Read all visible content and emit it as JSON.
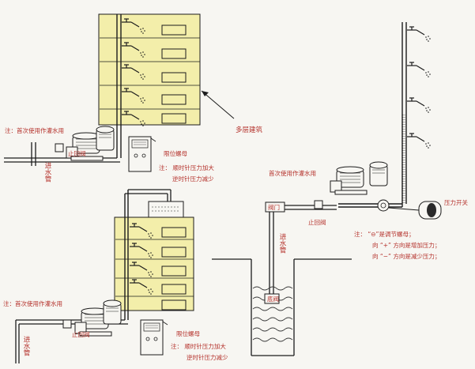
{
  "labels": {
    "building_top": "多层建筑",
    "note_top_prime": "注：首次使用作灌水用",
    "inlet_top": "进水管",
    "check_valve_top": "止回阀",
    "limit_nut_top": "限位螺母",
    "note_top_cw": "注：  顺时针压力加大",
    "note_top_ccw": "逆时针压力减少",
    "note_bottom_prime": "注：首次使用作灌水用",
    "inlet_bottom": "进水管",
    "check_valve_bottom": "止回阀",
    "limit_nut_bottom": "限位螺母",
    "note_bottom_cw": "注：  顺时针压力加大",
    "note_bottom_ccw": "逆时针压力减少",
    "note_right_prime": "首次使用作灌水用",
    "valve_right": "阀门",
    "check_valve_right": "止回阀",
    "inlet_right": "进水管",
    "bottom_valve_right": "底阀",
    "pressure_switch": "压力开关",
    "note_adjust_1": "注：  “⊖”是调节螺母；",
    "note_adjust_2": "向 “+” 方向是增加压力；",
    "note_adjust_3": "向 “−” 方向是减少压力；"
  },
  "colors": {
    "building_fill": "#f3eeaa",
    "line": "#1c1c1c",
    "label": "#b4302a",
    "water": "#3a3a3a"
  },
  "icons": [
    "water-pump-icon",
    "pressure-tank-icon",
    "pressure-controller-icon",
    "faucet-icon",
    "water-tank-icon",
    "well-icon",
    "pressure-switch-icon",
    "arrow-icon"
  ]
}
